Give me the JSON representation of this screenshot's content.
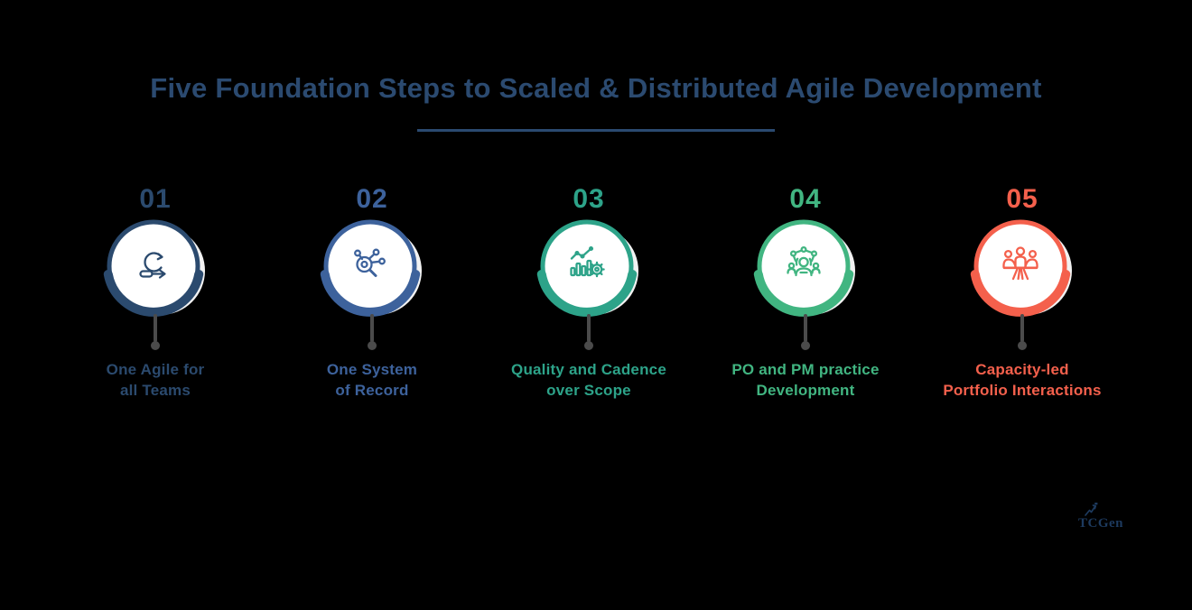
{
  "title": "Five Foundation Steps to Scaled & Distributed Agile Development",
  "colors": {
    "background": "#000000",
    "title": "#2b4a70",
    "divider": "#2b4a70",
    "stem": "#4b4b4b",
    "circle_fill": "#ffffff"
  },
  "steps": [
    {
      "number": "01",
      "label": "One Agile for\nall Teams",
      "color": "#2b4a6e",
      "icon": "agile-sprint-icon"
    },
    {
      "number": "02",
      "label": "One System\nof Record",
      "color": "#3d629c",
      "icon": "search-network-icon"
    },
    {
      "number": "03",
      "label": "Quality and Cadence\nover Scope",
      "color": "#2da389",
      "icon": "chart-gear-icon"
    },
    {
      "number": "04",
      "label": "PO and PM practice\nDevelopment",
      "color": "#41b581",
      "icon": "team-network-icon"
    },
    {
      "number": "05",
      "label": "Capacity-led\nPortfolio Interactions",
      "color": "#f4604c",
      "icon": "meeting-table-icon"
    }
  ],
  "logo": {
    "text": "TCGen",
    "color": "#1d3a5e",
    "mark": "zigzag-arrow-icon"
  }
}
